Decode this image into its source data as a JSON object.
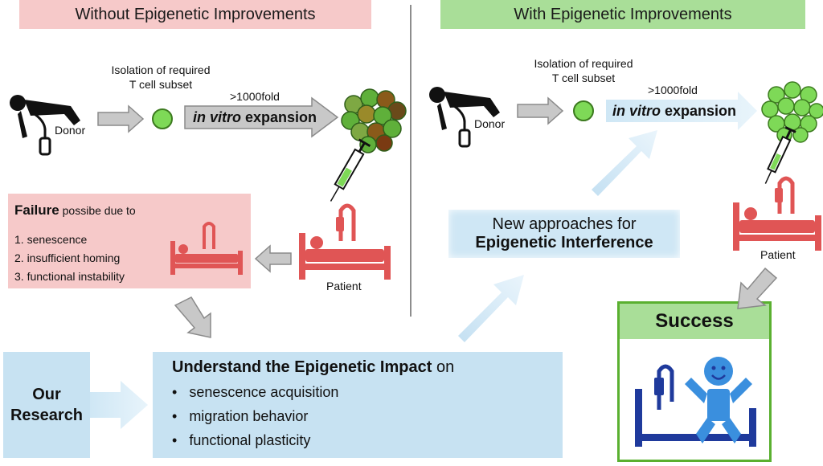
{
  "left": {
    "header": "Without Epigenetic Improvements",
    "isolation_line1": "Isolation of required",
    "isolation_line2": "T cell subset",
    "fold": ">1000fold",
    "expansion_italic": "in vitro",
    "expansion_rest": " expansion",
    "donor": "Donor",
    "patient": "Patient",
    "failure_bold": "Failure",
    "failure_rest": " possibe due to",
    "failure_items": [
      "1. senescence",
      "2. insufficient homing",
      "3. functional instability"
    ]
  },
  "right": {
    "header": "With Epigenetic Improvements",
    "isolation_line1": "Isolation of required",
    "isolation_line2": "T cell subset",
    "fold": ">1000fold",
    "expansion_italic": "in vitro",
    "expansion_rest": " expansion",
    "donor": "Donor",
    "patient": "Patient",
    "new_line1": "New approaches for",
    "new_line2": "Epigenetic Interference",
    "success": "Success"
  },
  "research": {
    "our": "Our Research",
    "title_bold": "Understand the Epigenetic Impact",
    "title_rest": " on",
    "items": [
      "senescence acquisition",
      "migration behavior",
      "functional plasticity"
    ]
  },
  "colors": {
    "left_header_bg": "#f6c9c9",
    "right_header_bg": "#a9de98",
    "patient_red": "#e05555",
    "success_blue": "#1f3a9c",
    "arrow_grey": "#c8c8c8",
    "arrow_blue": "#cfe7f5",
    "cell_green": "#7ed957"
  }
}
